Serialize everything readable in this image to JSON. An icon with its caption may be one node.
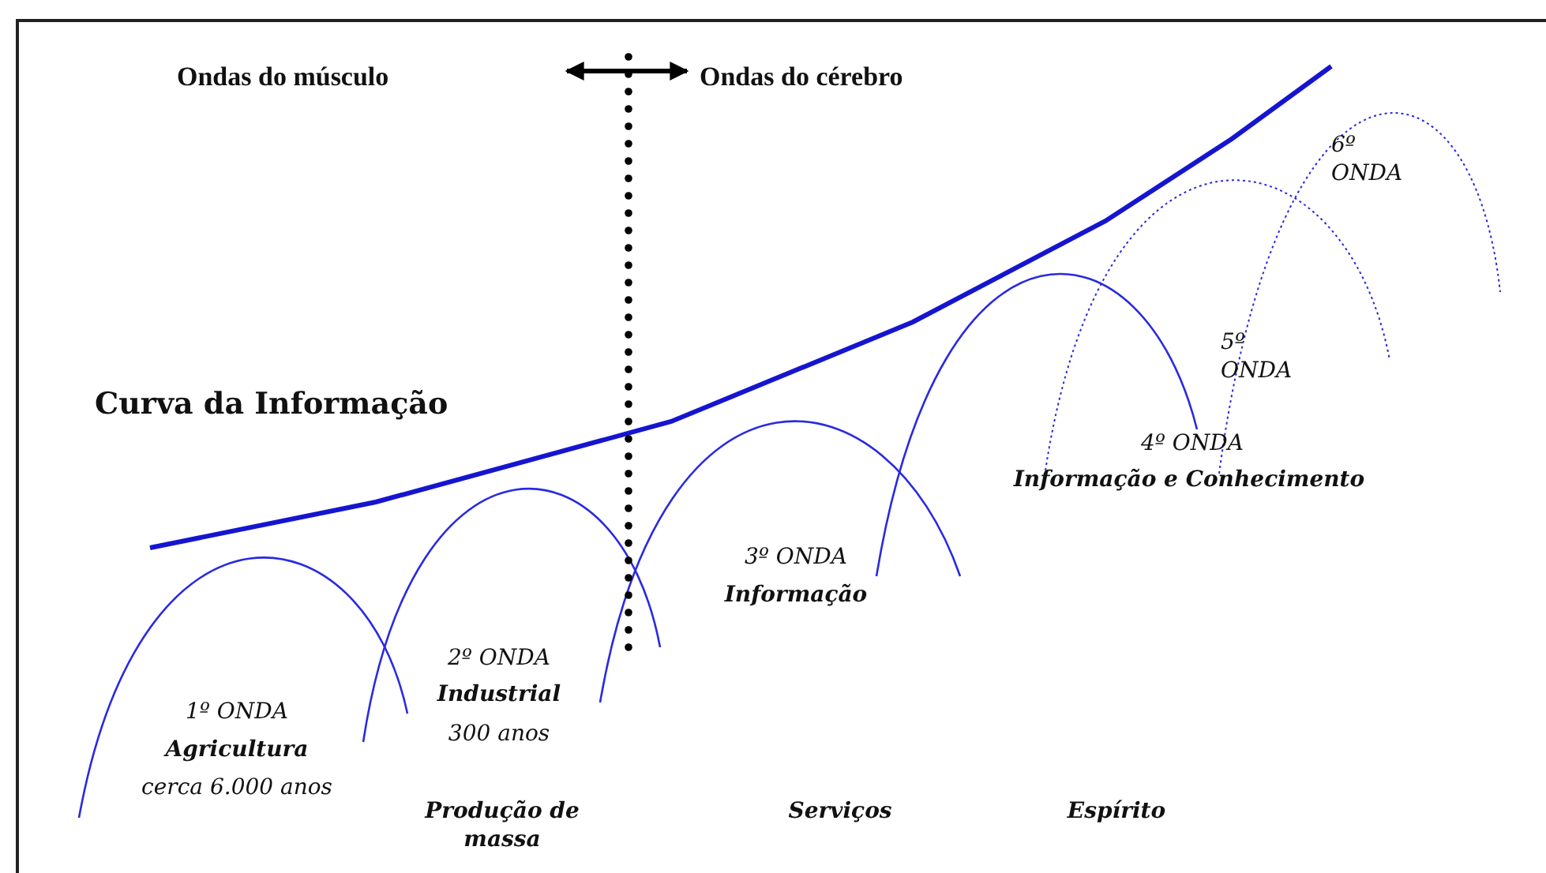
{
  "diagram": {
    "labels": [
      "Ondas do músculo",
      "Ondas do cérebro",
      "6º ONDA",
      "Curva da Informação",
      "5º ONDA",
      "4º ONDA",
      "Informação e Conhecimento",
      "3º ONDA",
      "Informação",
      "2º ONDA",
      "Industrial",
      "1º ONDA",
      "300 anos",
      "Agricultura",
      "cerca 6.000 anos",
      "Produção de massa",
      "Serviços",
      "Espírito"
    ]
  }
}
